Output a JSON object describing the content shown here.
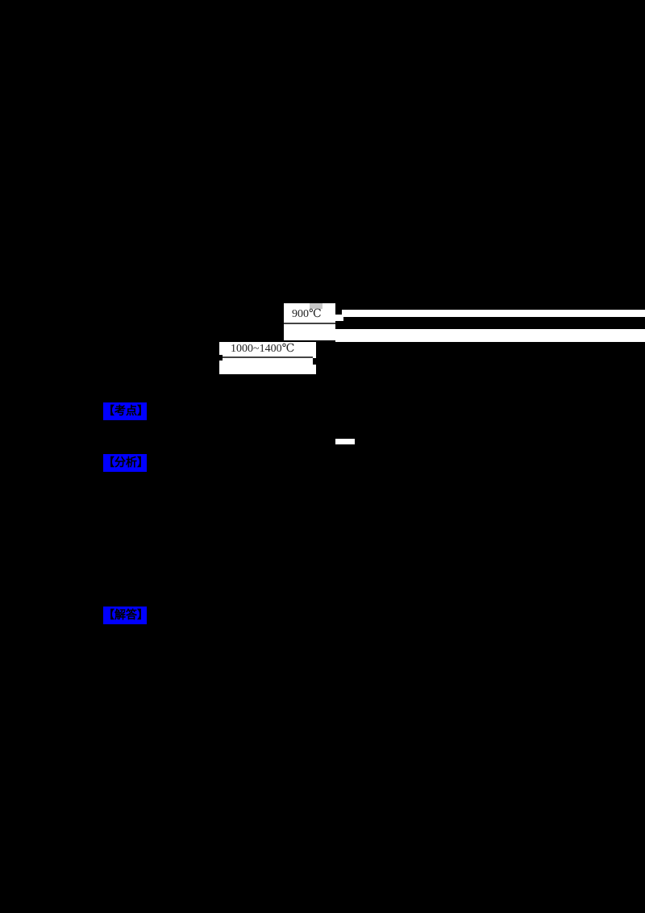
{
  "document": {
    "background": "#000000",
    "reaction_conditions": [
      {
        "label": "900℃",
        "position": "upper-arrow"
      },
      {
        "label": "1000~1400℃",
        "position": "lower-arrow"
      }
    ],
    "section_markers": [
      {
        "label": "【考点】",
        "color": "#0000ff"
      },
      {
        "label": "【分析】",
        "color": "#0000ff"
      },
      {
        "label": "【解答】",
        "color": "#0000ff"
      }
    ]
  }
}
